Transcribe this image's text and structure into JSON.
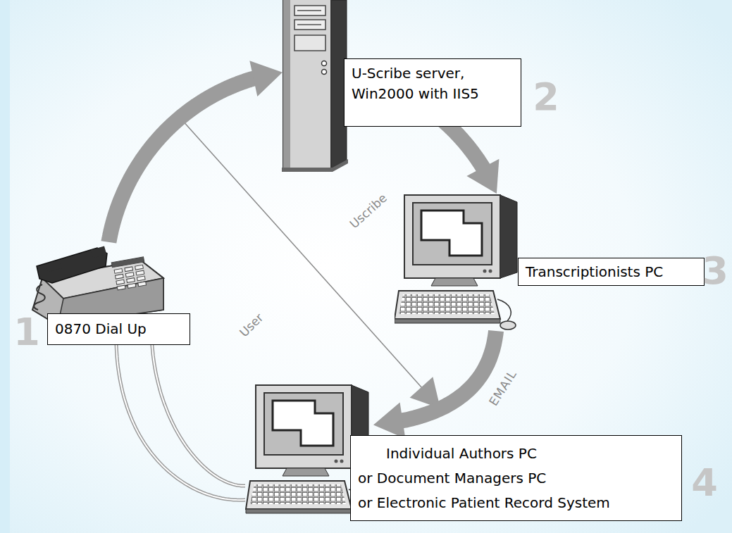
{
  "diagram": {
    "nodes": [
      {
        "text": [
          "0870 Dial Up"
        ]
      },
      {
        "text": [
          "U-Scribe server, Win2000 with IIS5"
        ]
      },
      {
        "text": [
          "Transcriptionists PC"
        ]
      },
      {
        "text": [
          "Individual Authors PC",
          "or Document Managers PC",
          "or Electronic Patient Record System"
        ]
      }
    ],
    "edges": [
      {
        "from": 0,
        "to": 1,
        "arrow": "to"
      },
      {
        "from": 1,
        "to": 2,
        "arrow": "to"
      },
      {
        "from": 2,
        "to": 3,
        "arrow": "to",
        "label": "EMAIL"
      },
      {
        "from": 0,
        "to": 3,
        "arrow": "none"
      }
    ],
    "labels": [
      "1",
      "2",
      "3",
      "4",
      "Uscribe",
      "User"
    ]
  }
}
